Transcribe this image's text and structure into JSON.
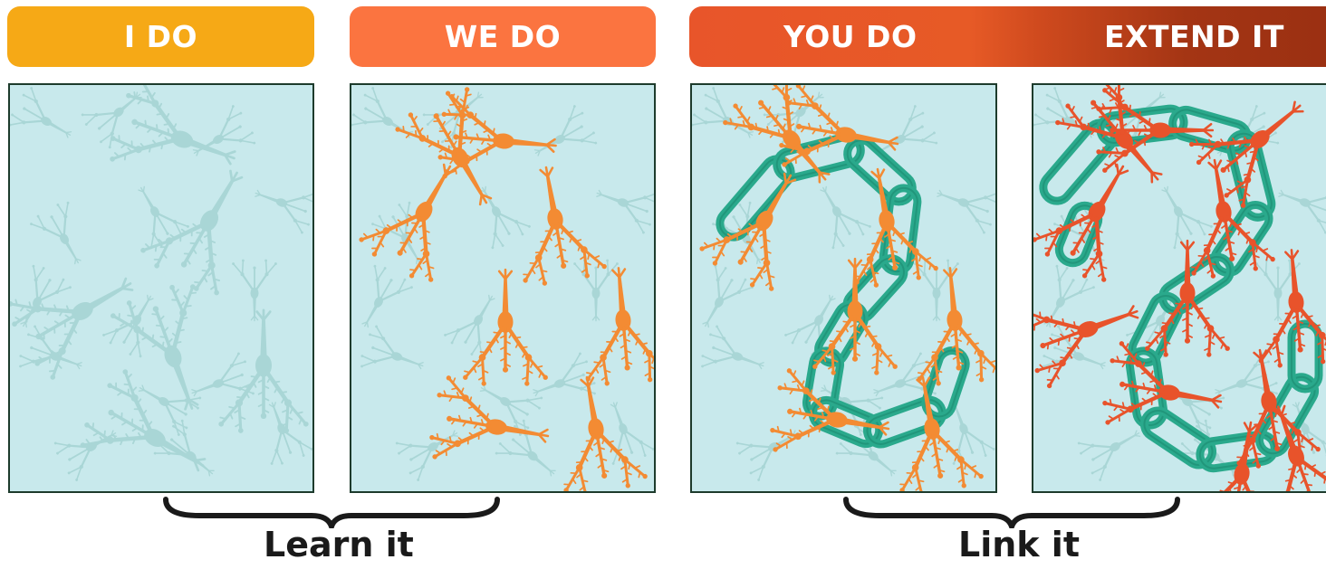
{
  "headers": {
    "i_do": "I DO",
    "we_do": "WE DO",
    "you_do": "YOU DO",
    "extend_it": "EXTEND IT"
  },
  "footer": {
    "learn_it": "Learn it",
    "link_it": "Link it"
  },
  "colors": {
    "i_do_header": "#f6a916",
    "we_do_header": "#fb7440",
    "you_do_header": "#e8552a",
    "extend_it_header": "#9b3012",
    "panel_background": "#c8e9ec",
    "faint_neuron": "#a9d6d6",
    "neuron_light_orange": "#f38b33",
    "neuron_dark_orange": "#e8532b",
    "chain_link": "#2aa98c"
  },
  "icons": {
    "neuron": "neuron-icon",
    "chain": "chain-link-icon",
    "brace": "curly-brace-icon"
  }
}
